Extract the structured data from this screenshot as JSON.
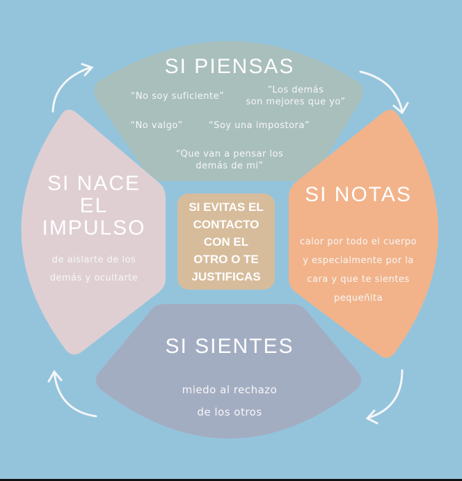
{
  "colors": {
    "background": "#94c4dc",
    "top": "#a9bfbc",
    "left": "#dfcfd3",
    "right": "#f2b38a",
    "bottom": "#a3adc2",
    "center": "#d7bc9b"
  },
  "top": {
    "title": "SI PIENSAS",
    "quotes": [
      "“No soy suficiente”",
      "“Los demás",
      "son mejores que yo”",
      "“No valgo”",
      "“Soy una impostora”",
      "“Que van a pensar los",
      "demás de mi”"
    ]
  },
  "left": {
    "title_lines": [
      "SI NACE",
      "EL",
      "IMPULSO"
    ],
    "text_lines": [
      "de aislarte de los",
      "demás y ocultarte"
    ]
  },
  "right": {
    "title": "SI NOTAS",
    "text_lines": [
      "calor por todo el cuerpo",
      "y especialmente por la",
      "cara y que te sientes",
      "pequeñita"
    ]
  },
  "bottom": {
    "title": "SI SIENTES",
    "text_lines": [
      "miedo al rechazo",
      "de los otros"
    ]
  },
  "center": {
    "lines": [
      "SI EVITAS EL",
      "CONTACTO",
      "CON EL",
      "OTRO O TE",
      "JUSTIFICAS"
    ]
  }
}
